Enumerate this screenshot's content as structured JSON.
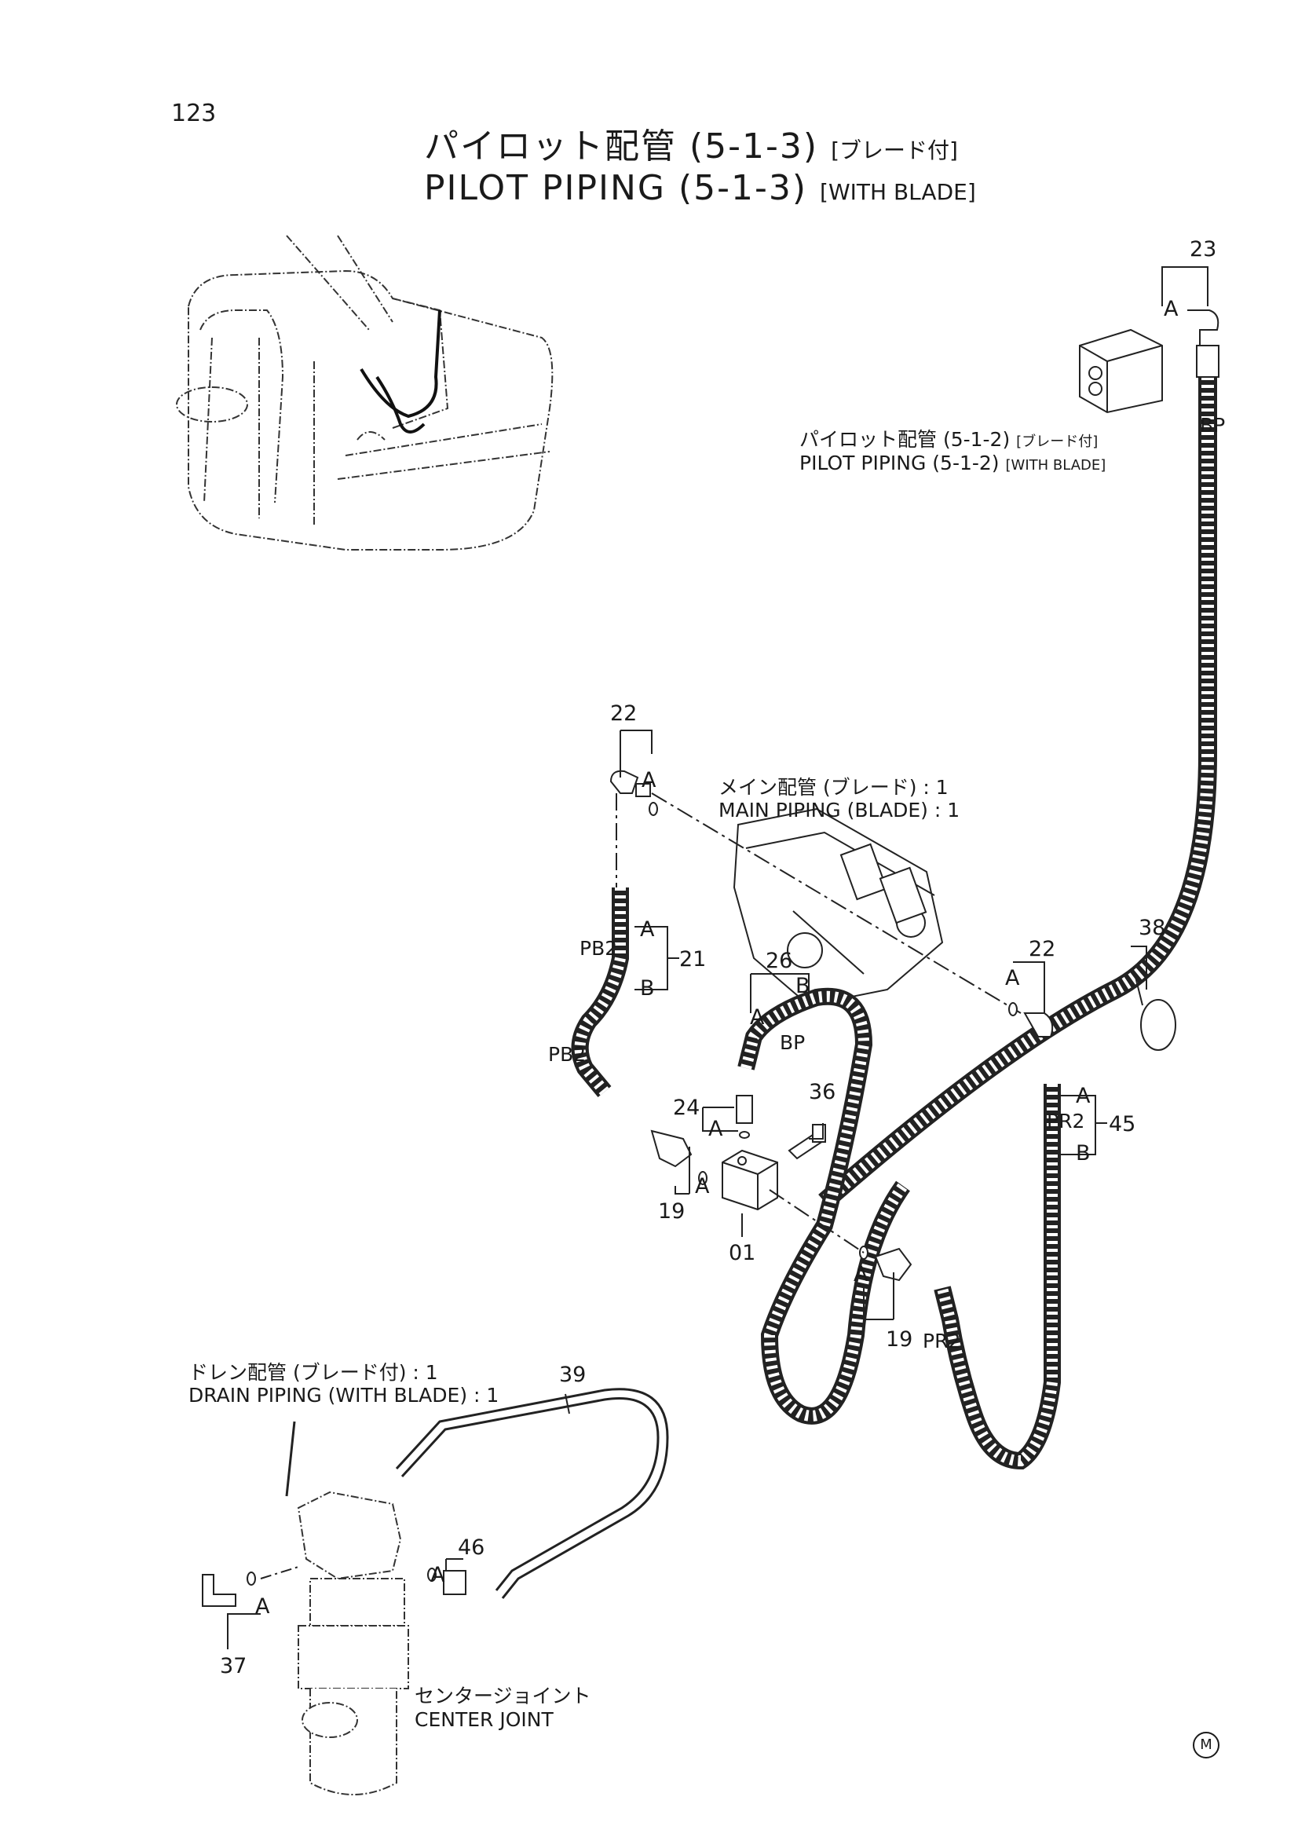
{
  "page": {
    "number": "123"
  },
  "title": {
    "jp_main": "パイロット配管 (5-1-3)",
    "jp_tag": "[ブレード付]",
    "en_main": "PILOT PIPING (5-1-3)",
    "en_tag": "[WITH BLADE]"
  },
  "references": {
    "pilot_512_jp": "パイロット配管 (5-1-2)",
    "pilot_512_jp_tag": "[ブレード付]",
    "pilot_512_en": "PILOT PIPING (5-1-2)",
    "pilot_512_en_tag": "[WITH BLADE]",
    "main_piping_jp": "メイン配管 (ブレード) : 1",
    "main_piping_en": "MAIN PIPING (BLADE) : 1",
    "drain_piping_jp": "ドレン配管 (ブレード付) : 1",
    "drain_piping_en": "DRAIN PIPING (WITH BLADE) : 1",
    "center_joint_jp": "センタージョイント",
    "center_joint_en": "CENTER JOINT"
  },
  "callouts": {
    "p23": "23",
    "p22a": "22",
    "p22b": "22",
    "p21": "21",
    "p26": "26",
    "p38": "38",
    "p24": "24",
    "p36": "36",
    "p45": "45",
    "p19a": "19",
    "p19b": "19",
    "p01": "01",
    "p39": "39",
    "p46": "46",
    "p37": "37"
  },
  "letters": {
    "a": "A",
    "b": "B",
    "bp": "BP",
    "pb2": "PB2",
    "pr2": "PR2"
  },
  "mark": "M"
}
